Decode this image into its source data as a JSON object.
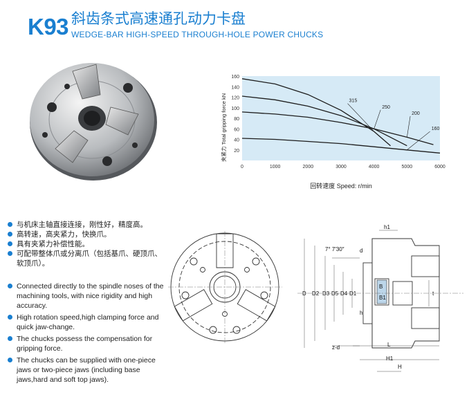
{
  "header": {
    "model": "K93",
    "title_cn": "斜齿条式高速通孔动力卡盘",
    "title_en": "WEDGE-BAR HIGH-SPEED THROUGH-HOLE POWER CHUCKS"
  },
  "chart_data": {
    "type": "line",
    "ylabel_cn": "夹紧力",
    "ylabel_en": "Total gripping force kN",
    "xlabel_cn": "回转速度",
    "xlabel_en": "Speed: r/min",
    "xlim": [
      0,
      6000
    ],
    "ylim": [
      0,
      160
    ],
    "x_ticks": [
      "0",
      "1000",
      "2000",
      "3000",
      "4000",
      "5000",
      "6000"
    ],
    "y_ticks": [
      "20",
      "40",
      "60",
      "80",
      "100",
      "120",
      "140",
      "160"
    ],
    "grid": false,
    "series": [
      {
        "name": "315",
        "x": [
          0,
          1000,
          2000,
          3000,
          4000,
          4500
        ],
        "y": [
          155,
          145,
          125,
          95,
          55,
          28
        ]
      },
      {
        "name": "250",
        "x": [
          0,
          1000,
          2000,
          3000,
          4000,
          5000
        ],
        "y": [
          122,
          115,
          103,
          85,
          60,
          28
        ]
      },
      {
        "name": "200",
        "x": [
          0,
          1000,
          2000,
          3000,
          4000,
          5000,
          5800
        ],
        "y": [
          92,
          88,
          82,
          72,
          60,
          44,
          30
        ]
      },
      {
        "name": "160",
        "x": [
          0,
          1000,
          2000,
          3000,
          4000,
          5000,
          6000
        ],
        "y": [
          42,
          40,
          36,
          32,
          26,
          20,
          14
        ]
      }
    ]
  },
  "features_cn": [
    "与机床主轴直接连接，刚性好，精度高。",
    "高转速，高夹紧力，快换爪。",
    "具有夹紧力补偿性能。",
    "可配带整体爪或分离爪（包括基爪、硬顶爪、软顶爪）。"
  ],
  "features_en": [
    "Connected directly to the spindle noses of the machining tools, with nice rigidity and high accuracy.",
    "High rotation speed,high clamping force and quick jaw-change.",
    "The chucks possess the compensation for gripping force.",
    "The chucks can be supplied with one-piece jaws or two-piece jaws (including base jaws,hard and soft top jaws)."
  ],
  "drawing": {
    "angle": "7° 7′30″",
    "dims": [
      "D",
      "D2",
      "D3",
      "D5",
      "D4",
      "D1",
      "d",
      "h",
      "h1",
      "H",
      "H1",
      "L",
      "B",
      "B1",
      "t",
      "z-d"
    ]
  },
  "colors": {
    "accent": "#1a7fd0",
    "chart_bg": "#d6eaf6",
    "bullet": "#1a7fd0"
  }
}
